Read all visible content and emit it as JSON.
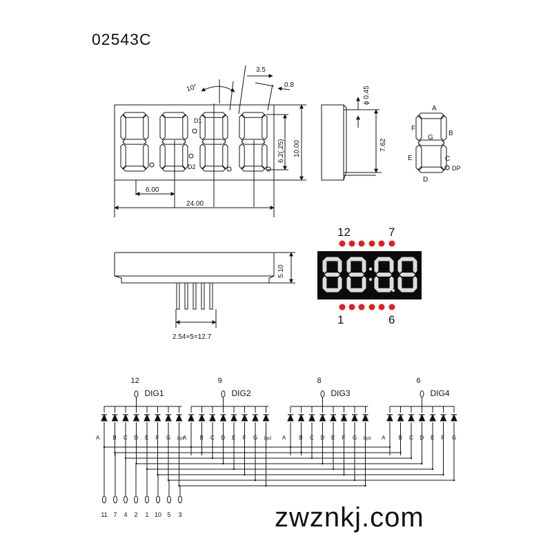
{
  "part_number": "02543C",
  "watermark": "zwznkj.com",
  "front_view": {
    "angle_label": "10°",
    "dim_top_gap": "3.5",
    "dim_top_seg": "0.8",
    "label_d1": "D1",
    "label_d2": "D2",
    "dim_char_height": "6.2(.25)",
    "dim_height": "10.00",
    "dim_pitch": "6.00",
    "dim_width": "24.00"
  },
  "side_view": {
    "dim_pin_dia": "ϕ 0.45",
    "dim_pin_row": "7.62"
  },
  "segment_key": {
    "A": "A",
    "B": "B",
    "C": "C",
    "D": "D",
    "E": "E",
    "F": "F",
    "G": "G",
    "DP": "DP"
  },
  "bottom_view": {
    "dim_depth": "5.10",
    "dim_pin_span": "2.54×5=12.7"
  },
  "photo": {
    "pin_top_left": "12",
    "pin_top_right": "7",
    "pin_bottom_left": "1",
    "pin_bottom_right": "6",
    "led_color": "#e02020"
  },
  "schematic": {
    "digits": [
      {
        "pin": "12",
        "label": "DIG1",
        "dp": "Dp1"
      },
      {
        "pin": "9",
        "label": "DIG2",
        "dp": "Dp2"
      },
      {
        "pin": "8",
        "label": "DIG3",
        "dp": "Dp3"
      },
      {
        "pin": "6",
        "label": "DIG4",
        "dp": ""
      }
    ],
    "segments": [
      "A",
      "B",
      "C",
      "D",
      "E",
      "F",
      "G"
    ],
    "bottom_pins": [
      "11",
      "7",
      "4",
      "2",
      "1",
      "10",
      "5",
      "3"
    ]
  }
}
